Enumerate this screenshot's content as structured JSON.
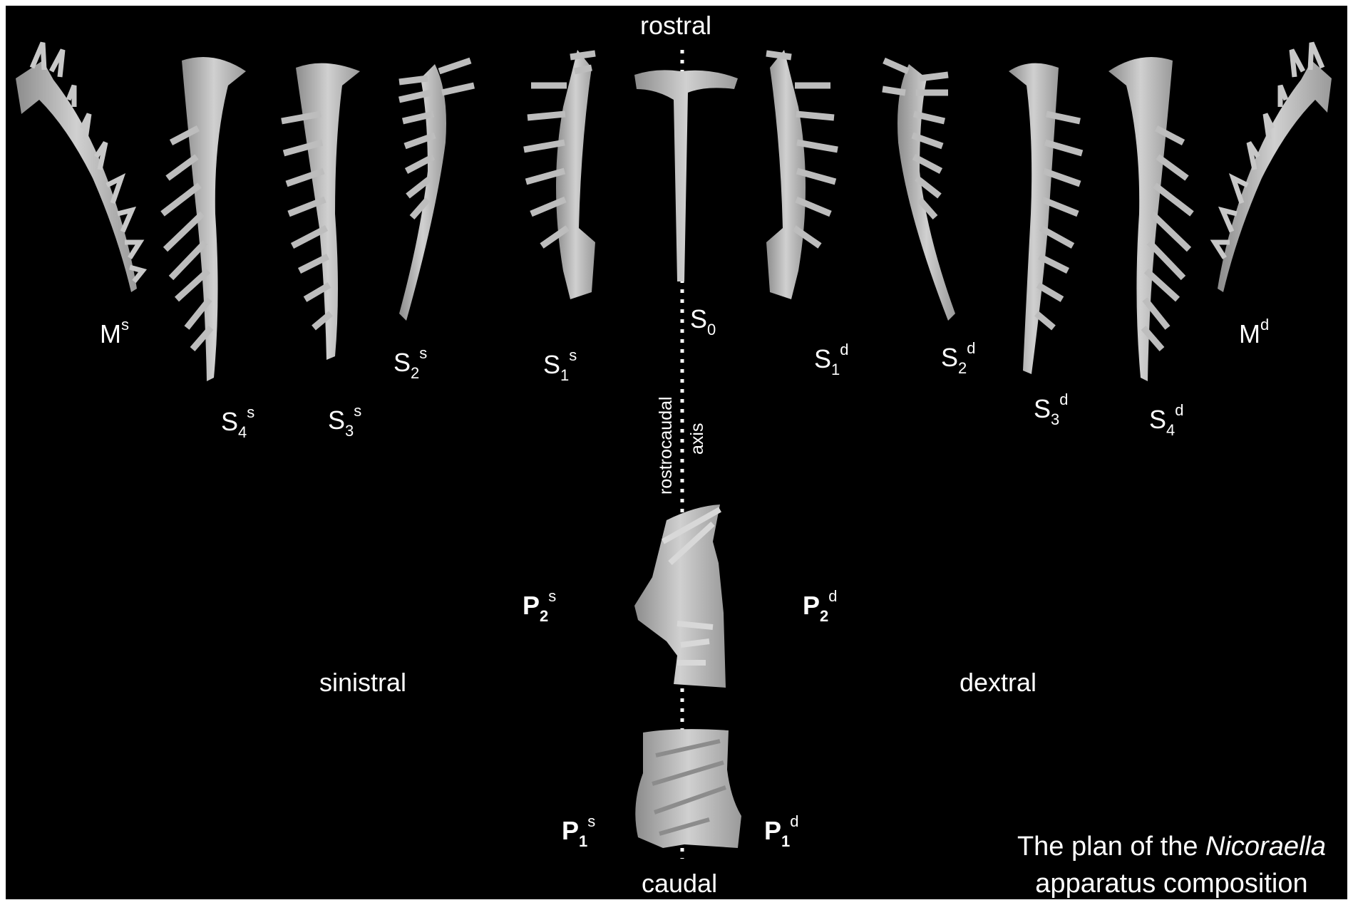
{
  "labels": {
    "rostral": "rostral",
    "caudal": "caudal",
    "sinistral": "sinistral",
    "dextral": "dextral",
    "axis_line1": "rostrocaudal",
    "axis_line2": "axis"
  },
  "elements": {
    "Ms": {
      "base": "M",
      "sub": "",
      "sup": "s"
    },
    "S4s": {
      "base": "S",
      "sub": "4",
      "sup": "s"
    },
    "S3s": {
      "base": "S",
      "sub": "3",
      "sup": "s"
    },
    "S2s": {
      "base": "S",
      "sub": "2",
      "sup": "s"
    },
    "S1s": {
      "base": "S",
      "sub": "1",
      "sup": "s"
    },
    "S0": {
      "base": "S",
      "sub": "0",
      "sup": ""
    },
    "S1d": {
      "base": "S",
      "sub": "1",
      "sup": "d"
    },
    "S2d": {
      "base": "S",
      "sub": "2",
      "sup": "d"
    },
    "S3d": {
      "base": "S",
      "sub": "3",
      "sup": "d"
    },
    "S4d": {
      "base": "S",
      "sub": "4",
      "sup": "d"
    },
    "Md": {
      "base": "M",
      "sub": "",
      "sup": "d"
    },
    "P2s": {
      "base": "P",
      "sub": "2",
      "sup": "s"
    },
    "P2d": {
      "base": "P",
      "sub": "2",
      "sup": "d"
    },
    "P1s": {
      "base": "P",
      "sub": "1",
      "sup": "s"
    },
    "P1d": {
      "base": "P",
      "sub": "1",
      "sup": "d"
    }
  },
  "caption": {
    "line1_prefix": "The plan of the ",
    "genus": "Nicoraella",
    "line2": "apparatus composition"
  },
  "colors": {
    "background": "#000000",
    "frame": "#ffffff",
    "text": "#ffffff",
    "specimen": "#b4b4b4",
    "specimen_shade": "#7a7a7a",
    "axis_line": "#ffffff"
  }
}
